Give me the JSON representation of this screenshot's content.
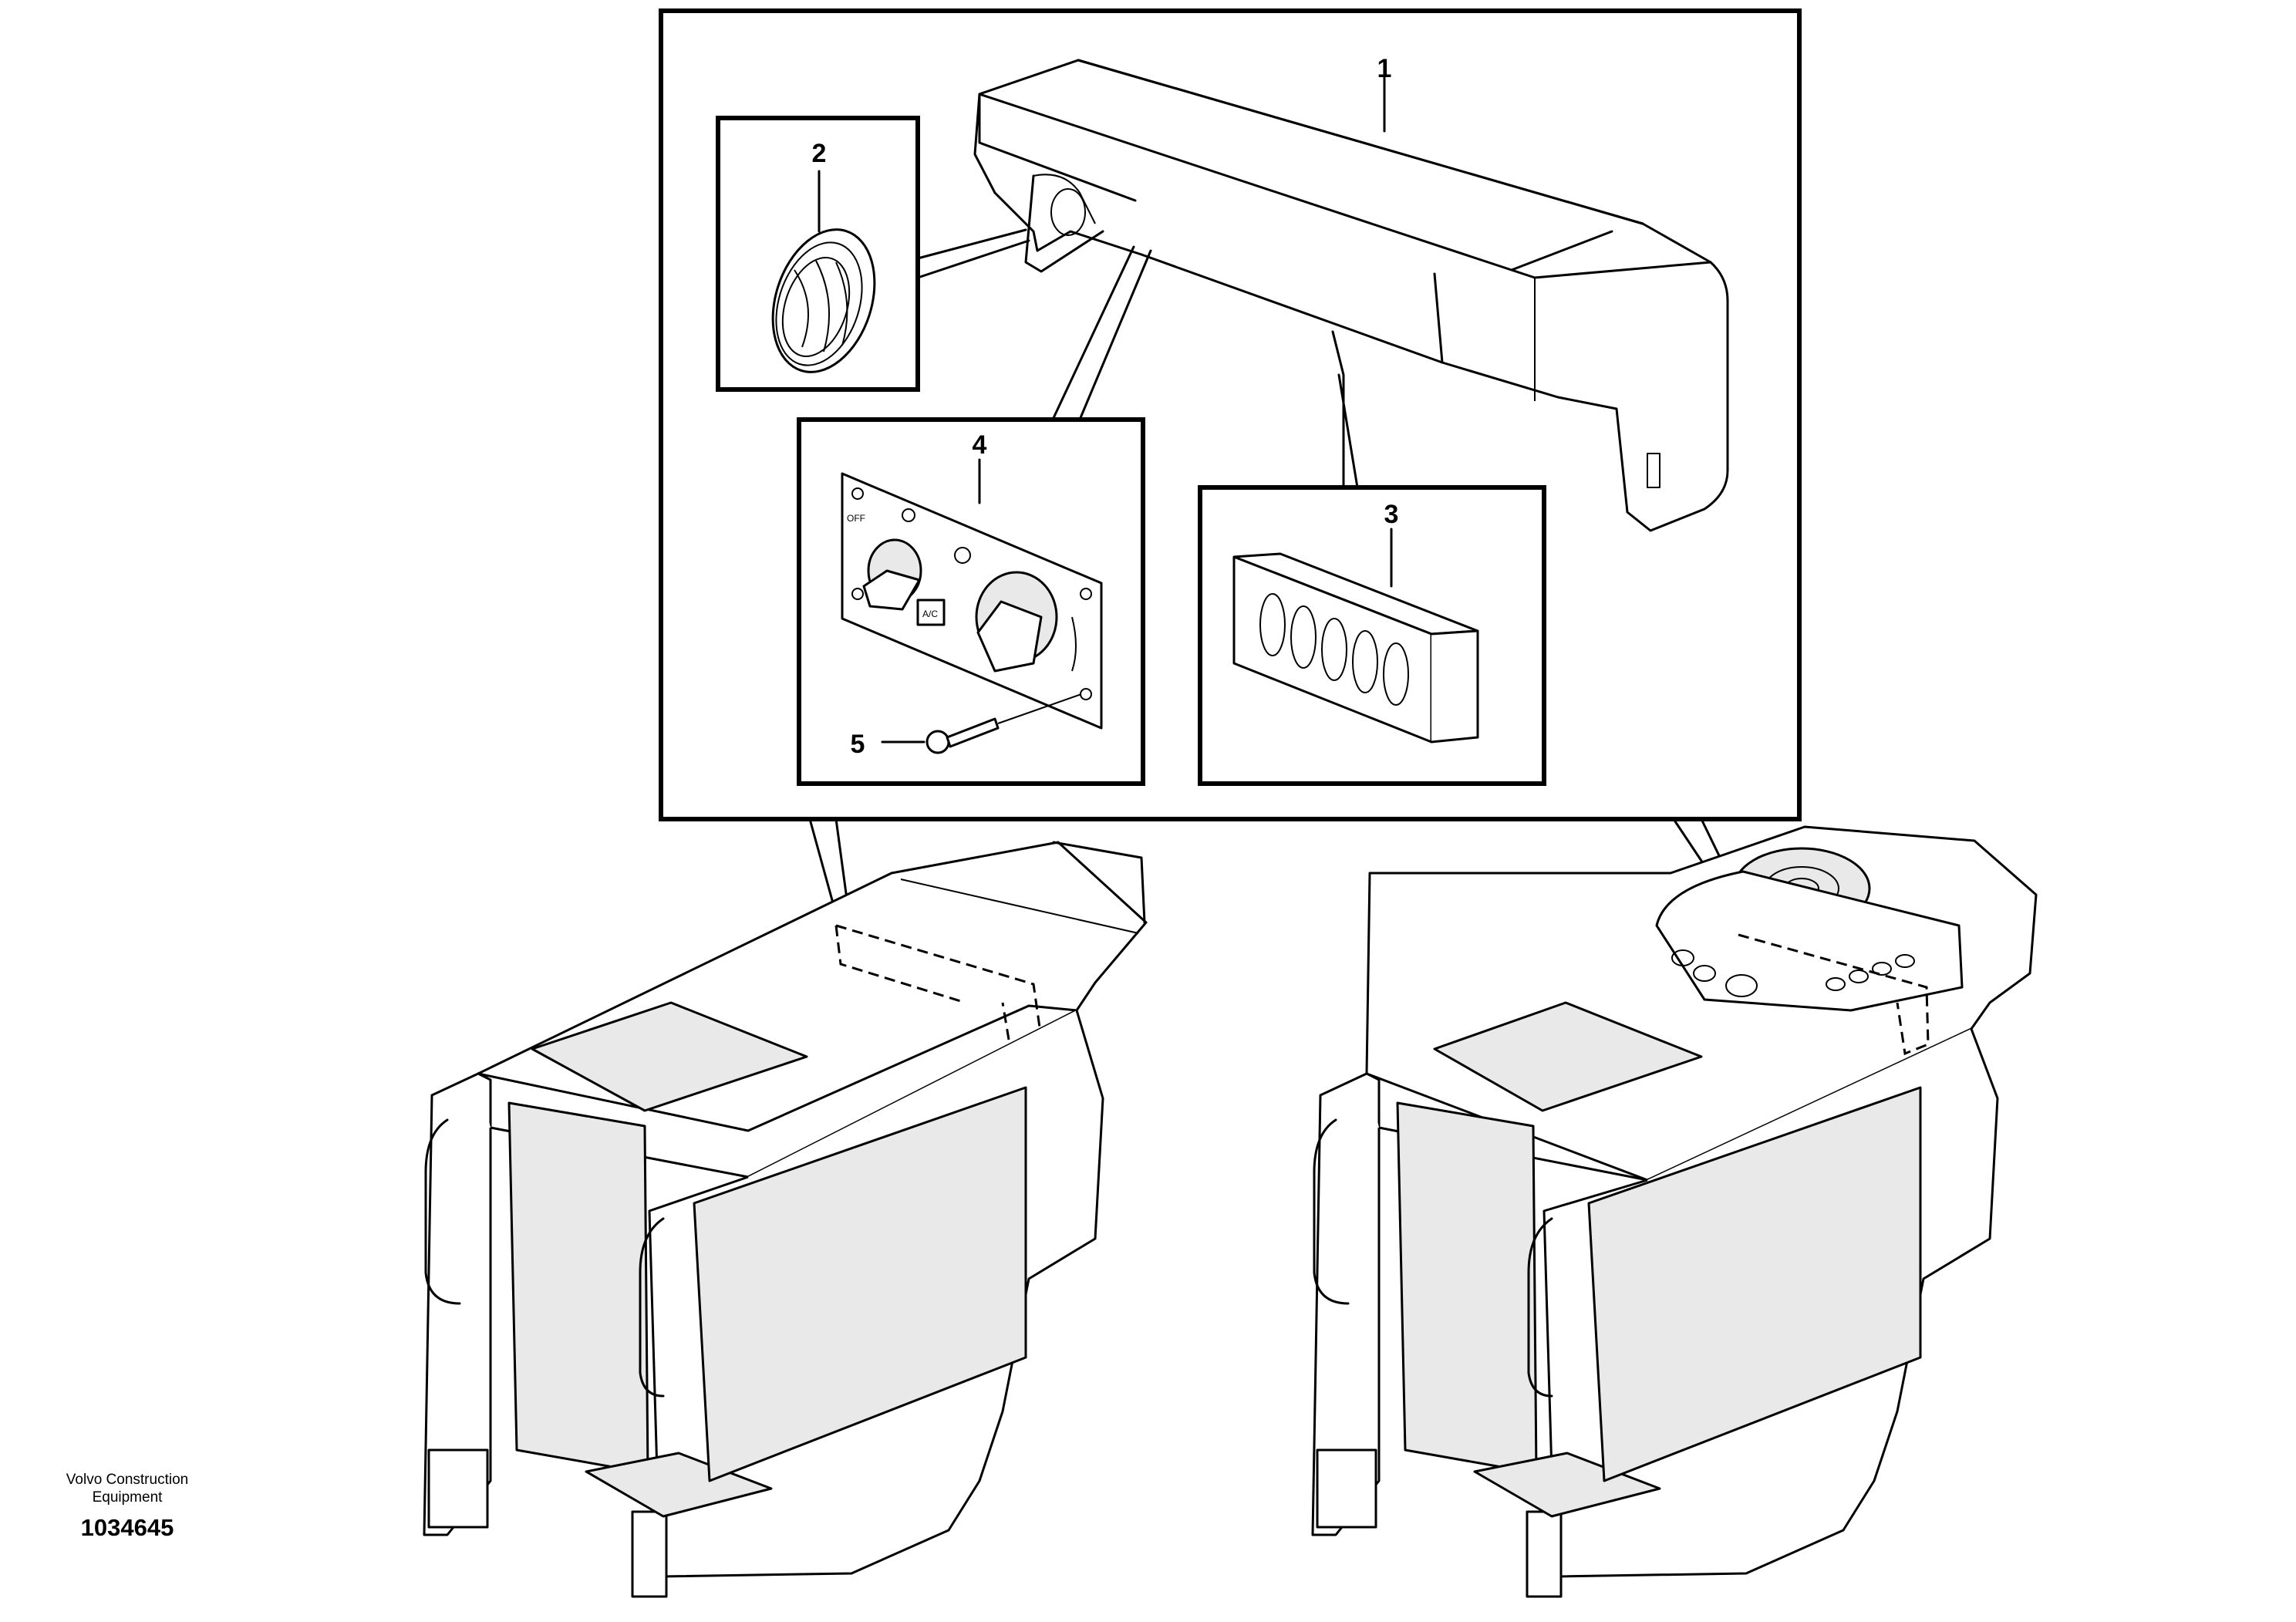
{
  "callouts": {
    "c1": "1",
    "c2": "2",
    "c3": "3",
    "c4": "4",
    "c5": "5"
  },
  "panel_text": {
    "off": "OFF",
    "ac": "A/C"
  },
  "caption": {
    "company_line1": "Volvo Construction",
    "company_line2": "Equipment",
    "part_number": "1034645"
  }
}
